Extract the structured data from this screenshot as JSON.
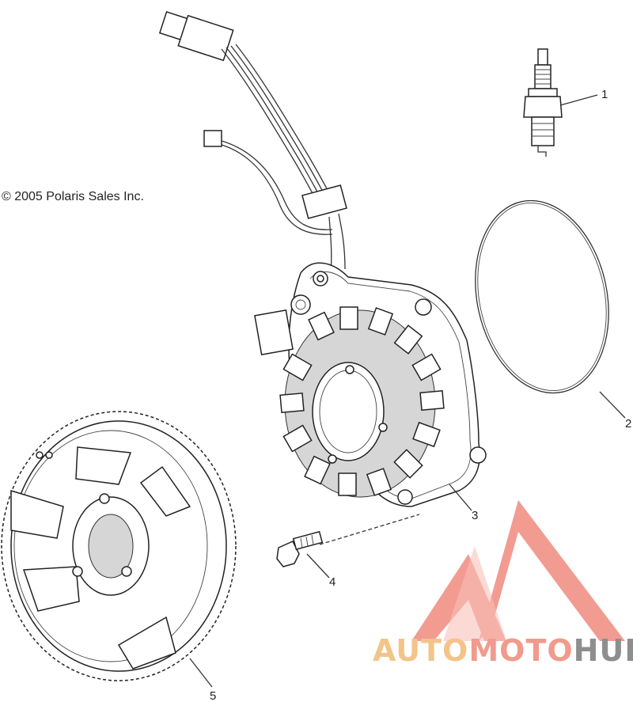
{
  "copyright": "© 2005 Polaris Sales Inc.",
  "callouts": [
    {
      "id": "1",
      "label": "1",
      "part": "spark plug"
    },
    {
      "id": "2",
      "label": "2",
      "part": "gasket"
    },
    {
      "id": "3",
      "label": "3",
      "part": "stator"
    },
    {
      "id": "4",
      "label": "4",
      "part": "bolt"
    },
    {
      "id": "5",
      "label": "5",
      "part": "flywheel"
    }
  ],
  "watermark": {
    "part1": "AUTO",
    "part2": "MOTO",
    "part3": "HUB",
    "colors": {
      "auto": "#f3c48a",
      "moto": "#f19a8e",
      "hub": "#8e8e8e",
      "logo": "#f08a7e"
    }
  }
}
